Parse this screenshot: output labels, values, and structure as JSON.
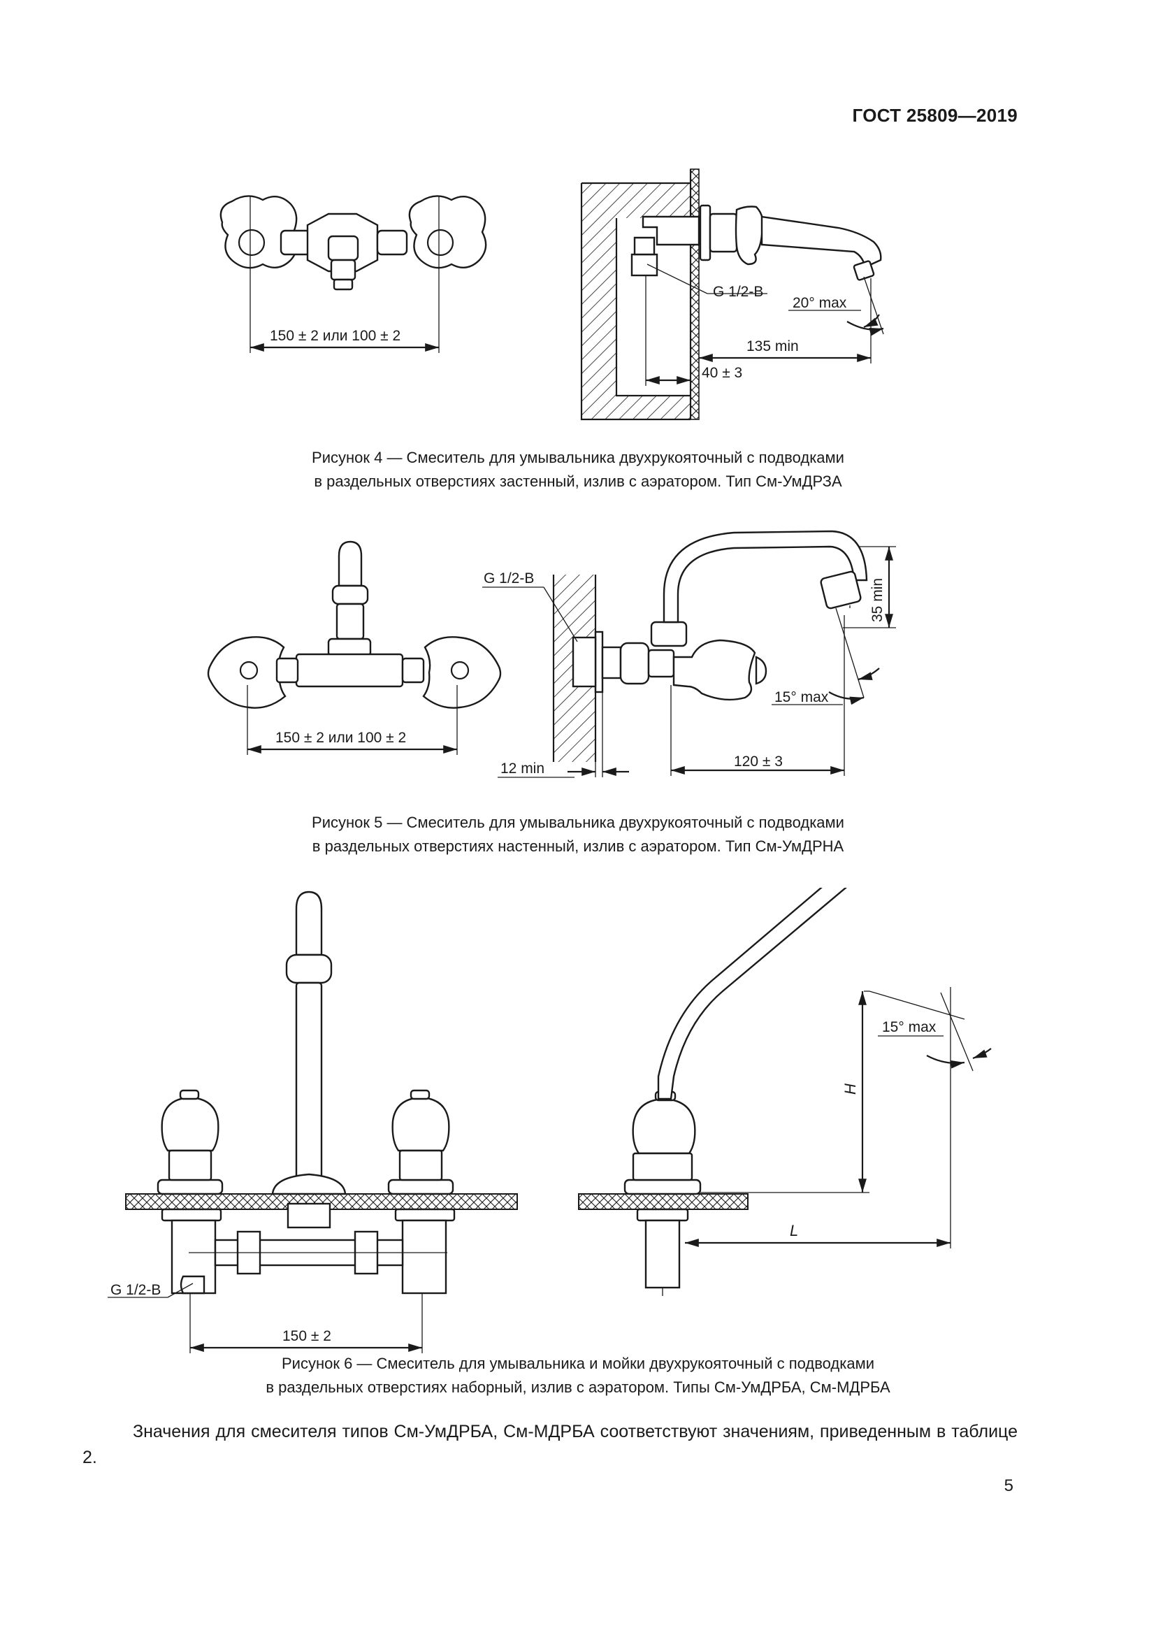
{
  "header": {
    "standard": "ГОСТ 25809—2019"
  },
  "figures": [
    {
      "id": "fig4",
      "dimensions": {
        "spacing": "150 ± 2 или 100 ± 2",
        "thread": "G 1/2-B",
        "angle": "20° max",
        "reach": "135 min",
        "depth": "40 ± 3"
      },
      "caption": [
        "Рисунок 4 — Смеситель для умывальника двухрукояточный с подводками",
        "в раздельных отверстиях застенный, излив с аэратором. Тип См-УмДРЗА"
      ]
    },
    {
      "id": "fig5",
      "dimensions": {
        "spacing": "150 ± 2 или 100 ± 2",
        "thread": "G 1/2-B",
        "height": "35 min",
        "angle": "15° max",
        "wall": "12 min",
        "reach": "120 ± 3"
      },
      "caption": [
        "Рисунок 5 — Смеситель для умывальника двухрукояточный с подводками",
        "в раздельных отверстиях настенный, излив с аэратором. Тип См-УмДРНА"
      ]
    },
    {
      "id": "fig6",
      "dimensions": {
        "angle": "15° max",
        "height": "H",
        "length": "L",
        "thread": "G 1/2-B",
        "spacing": "150 ± 2"
      },
      "caption": [
        "Рисунок 6 — Смеситель для умывальника и мойки двухрукояточный с подводками",
        "в раздельных отверстиях наборный, излив с аэратором. Типы См-УмДРБА, См-МДРБА"
      ]
    }
  ],
  "note": "Значения для смесителя типов См-УмДРБА, См-МДРБА соответствуют значениям, приведенным в таблице 2.",
  "page_number": "5"
}
